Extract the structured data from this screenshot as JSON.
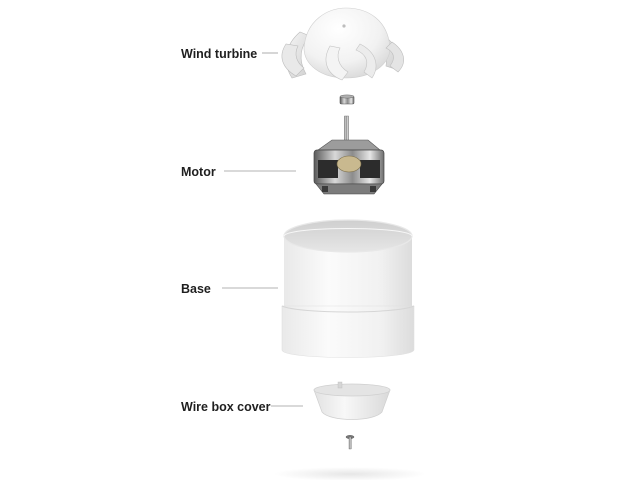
{
  "labels": {
    "wind_turbine": "Wind turbine",
    "motor": "Motor",
    "base": "Base",
    "wire_box_cover": "Wire box cover"
  },
  "colors": {
    "text": "#1f1f1f",
    "leader_line": "#9a9a9a",
    "plastic": "#f1f1f1",
    "metal": "#8a8a8a"
  }
}
